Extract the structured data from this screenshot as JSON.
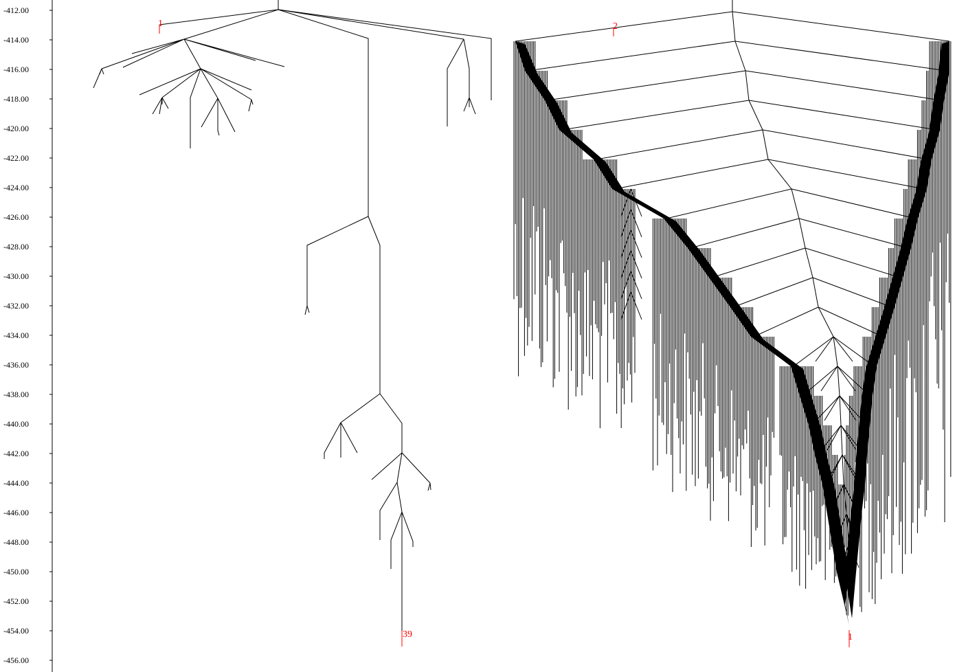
{
  "axis": {
    "ticks": [
      "-412.00",
      "-414.00",
      "-416.00",
      "-418.00",
      "-420.00",
      "-422.00",
      "-424.00",
      "-426.00",
      "-428.00",
      "-430.00",
      "-432.00",
      "-434.00",
      "-436.00",
      "-438.00",
      "-440.00",
      "-442.00",
      "-444.00",
      "-446.00",
      "-448.00",
      "-450.00",
      "-452.00",
      "-454.00",
      "-456.00"
    ]
  },
  "markers": [
    {
      "id": "left-top",
      "label": "1"
    },
    {
      "id": "right-top",
      "label": "2"
    },
    {
      "id": "left-bottom",
      "label": "39"
    },
    {
      "id": "right-bottom",
      "label": "1"
    }
  ],
  "colors": {
    "tree": "#000000",
    "marker": "#ff0000",
    "background": "#ffffff"
  }
}
